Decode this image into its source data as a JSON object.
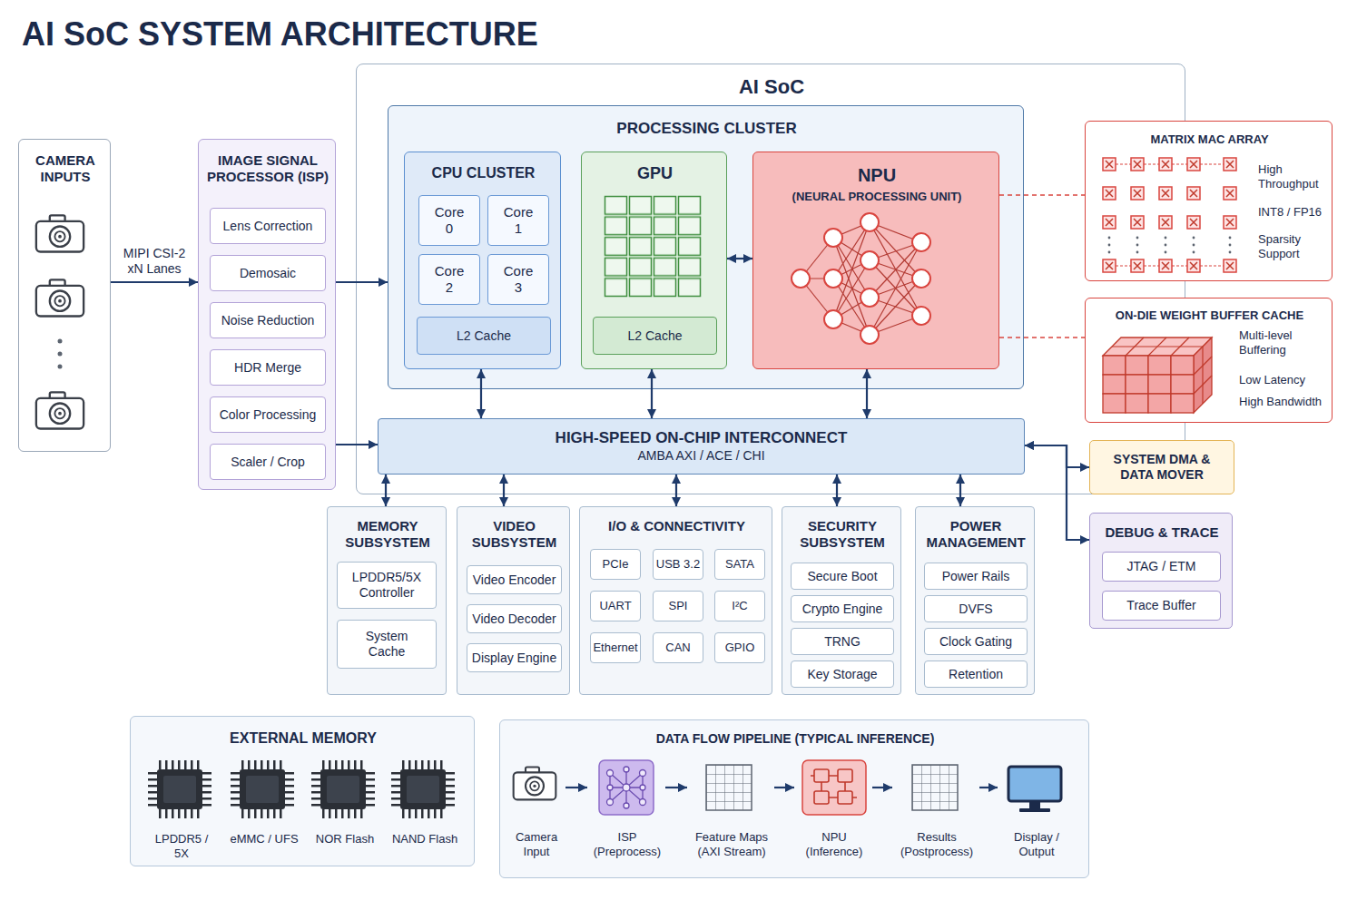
{
  "diagram": {
    "title": "AI SoC SYSTEM ARCHITECTURE",
    "nodes": [
      {
        "text": [
          "CAMERA INPUTS"
        ]
      },
      {
        "text": [
          "IMAGE SIGNAL PROCESSOR (ISP)"
        ]
      },
      {
        "text": [
          "Lens Correction"
        ],
        "in": 1
      },
      {
        "text": [
          "Demosaic"
        ],
        "in": 1
      },
      {
        "text": [
          "Noise Reduction"
        ],
        "in": 1
      },
      {
        "text": [
          "HDR Merge"
        ],
        "in": 1
      },
      {
        "text": [
          "Color Processing"
        ],
        "in": 1
      },
      {
        "text": [
          "Scaler / Crop"
        ],
        "in": 1
      },
      {
        "text": [
          "AI SoC"
        ]
      },
      {
        "text": [
          "PROCESSING CLUSTER"
        ],
        "in": 8
      },
      {
        "text": [
          "CPU CLUSTER"
        ],
        "in": 9
      },
      {
        "text": [
          "Core 0"
        ],
        "in": 10
      },
      {
        "text": [
          "Core 1"
        ],
        "in": 10
      },
      {
        "text": [
          "Core 2"
        ],
        "in": 10
      },
      {
        "text": [
          "Core 3"
        ],
        "in": 10
      },
      {
        "text": [
          "L2 Cache"
        ],
        "in": 10
      },
      {
        "text": [
          "GPU"
        ],
        "in": 9
      },
      {
        "text": [
          "L2 Cache"
        ],
        "in": 16
      },
      {
        "text": [
          "NPU",
          "(NEURAL PROCESSING UNIT)"
        ],
        "in": 9
      },
      {
        "text": [
          "HIGH-SPEED ON-CHIP INTERCONNECT",
          "AMBA AXI / ACE / CHI"
        ],
        "in": 8
      },
      {
        "text": [
          "MEMORY SUBSYSTEM"
        ]
      },
      {
        "text": [
          "LPDDR5/5X Controller"
        ],
        "in": 20
      },
      {
        "text": [
          "System Cache"
        ],
        "in": 20
      },
      {
        "text": [
          "VIDEO SUBSYSTEM"
        ]
      },
      {
        "text": [
          "Video Encoder"
        ],
        "in": 23
      },
      {
        "text": [
          "Video Decoder"
        ],
        "in": 23
      },
      {
        "text": [
          "Display Engine"
        ],
        "in": 23
      },
      {
        "text": [
          "I/O & CONNECTIVITY"
        ]
      },
      {
        "text": [
          "PCIe"
        ],
        "in": 27
      },
      {
        "text": [
          "USB 3.2"
        ],
        "in": 27
      },
      {
        "text": [
          "SATA"
        ],
        "in": 27
      },
      {
        "text": [
          "UART"
        ],
        "in": 27
      },
      {
        "text": [
          "SPI"
        ],
        "in": 27
      },
      {
        "text": [
          "I²C"
        ],
        "in": 27
      },
      {
        "text": [
          "Ethernet"
        ],
        "in": 27
      },
      {
        "text": [
          "CAN"
        ],
        "in": 27
      },
      {
        "text": [
          "GPIO"
        ],
        "in": 27
      },
      {
        "text": [
          "SECURITY SUBSYSTEM"
        ]
      },
      {
        "text": [
          "Secure Boot"
        ],
        "in": 37
      },
      {
        "text": [
          "Crypto Engine"
        ],
        "in": 37
      },
      {
        "text": [
          "TRNG"
        ],
        "in": 37
      },
      {
        "text": [
          "Key Storage"
        ],
        "in": 37
      },
      {
        "text": [
          "POWER MANAGEMENT"
        ]
      },
      {
        "text": [
          "Power Rails"
        ],
        "in": 42
      },
      {
        "text": [
          "DVFS"
        ],
        "in": 42
      },
      {
        "text": [
          "Clock Gating"
        ],
        "in": 42
      },
      {
        "text": [
          "Retention"
        ],
        "in": 42
      },
      {
        "text": [
          "MATRIX MAC ARRAY",
          "High Throughput",
          "INT8 / FP16",
          "Sparsity Support"
        ]
      },
      {
        "text": [
          "ON-DIE WEIGHT BUFFER CACHE",
          "Multi-level Buffering",
          "Low Latency",
          "High Bandwidth"
        ]
      },
      {
        "text": [
          "SYSTEM DMA & DATA MOVER"
        ]
      },
      {
        "text": [
          "DEBUG & TRACE"
        ]
      },
      {
        "text": [
          "JTAG / ETM"
        ],
        "in": 50
      },
      {
        "text": [
          "Trace Buffer"
        ],
        "in": 50
      },
      {
        "text": [
          "EXTERNAL MEMORY"
        ]
      },
      {
        "text": [
          "LPDDR5 / 5X"
        ],
        "in": 53
      },
      {
        "text": [
          "eMMC / UFS"
        ],
        "in": 53
      },
      {
        "text": [
          "NOR Flash"
        ],
        "in": 53
      },
      {
        "text": [
          "NAND Flash"
        ],
        "in": 53
      },
      {
        "text": [
          "DATA FLOW PIPELINE (TYPICAL INFERENCE)"
        ]
      },
      {
        "text": [
          "Camera Input"
        ],
        "in": 58
      },
      {
        "text": [
          "ISP (Preprocess)"
        ],
        "in": 58
      },
      {
        "text": [
          "Feature Maps (AXI Stream)"
        ],
        "in": 58
      },
      {
        "text": [
          "NPU (Inference)"
        ],
        "in": 58
      },
      {
        "text": [
          "Results (Postprocess)"
        ],
        "in": 58
      },
      {
        "text": [
          "Display / Output"
        ],
        "in": 58
      }
    ],
    "edges": [
      {
        "from": 0,
        "to": 1,
        "label": "MIPI CSI-2 xN Lanes",
        "arrow": "to"
      },
      {
        "from": 1,
        "to": 9,
        "arrow": "to"
      },
      {
        "from": 1,
        "to": 19,
        "arrow": "to"
      },
      {
        "from": 16,
        "to": 18,
        "arrow": "both"
      },
      {
        "from": 18,
        "to": 47,
        "arrow": "none"
      },
      {
        "from": 18,
        "to": 48,
        "arrow": "none"
      },
      {
        "from": 10,
        "to": 19,
        "arrow": "both"
      },
      {
        "from": 16,
        "to": 19,
        "arrow": "both"
      },
      {
        "from": 18,
        "to": 19,
        "arrow": "both"
      },
      {
        "from": 19,
        "to": 20,
        "arrow": "both"
      },
      {
        "from": 19,
        "to": 23,
        "arrow": "both"
      },
      {
        "from": 19,
        "to": 27,
        "arrow": "both"
      },
      {
        "from": 19,
        "to": 37,
        "arrow": "both"
      },
      {
        "from": 19,
        "to": 42,
        "arrow": "both"
      },
      {
        "from": 19,
        "to": 49,
        "arrow": "both"
      },
      {
        "from": 19,
        "to": 50,
        "arrow": "both"
      },
      {
        "from": 59,
        "to": 60,
        "arrow": "to"
      },
      {
        "from": 60,
        "to": 61,
        "arrow": "to"
      },
      {
        "from": 61,
        "to": 62,
        "arrow": "to"
      },
      {
        "from": 62,
        "to": 63,
        "arrow": "to"
      },
      {
        "from": 63,
        "to": 64,
        "arrow": "to"
      }
    ]
  }
}
